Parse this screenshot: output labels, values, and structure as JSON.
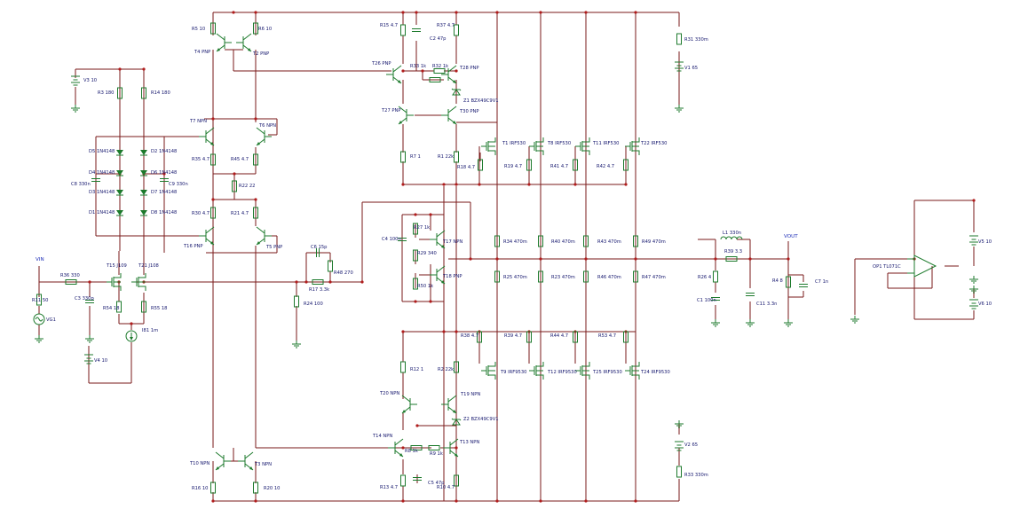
{
  "components": {
    "R5": "R5 10",
    "R6": "R6 10",
    "R15": "R15 4.7",
    "C2": "C2 47p",
    "R37": "R37 4.7",
    "R31": "R31 330m",
    "V1": "V1 65",
    "T4": "T4 PNP",
    "T2": "T2 PNP",
    "T26": "T26 PNP",
    "R33": "R33 1k",
    "R32": "R32 1k",
    "T28": "T28 PNP",
    "V3": "V3 10",
    "R3": "R3 180",
    "R14": "R14 180",
    "Z1": "Z1 BZX49C9V1",
    "T27": "T27 PNP",
    "T30": "T30 PNP",
    "T7": "T7 NPN",
    "T6": "T6 NPN",
    "T1": "T1 IRF530",
    "T8": "T8 IRF530",
    "T11": "T11 IRF530",
    "T22": "T22 IRF530",
    "D5": "D5 1N4148",
    "D2": "D2 1N4148",
    "R35": "R35 4.7",
    "R45": "R45 4.7",
    "R7": "R7 1",
    "R1": "R1 22k",
    "R18": "R18 4.7",
    "R19": "R19 4.7",
    "R41": "R41 4.7",
    "R42": "R42 4.7",
    "D4": "D4 1N4148",
    "D6": "D6 1N4148",
    "C8": "C8 330n",
    "C9": "C9 330n",
    "D3": "D3 1N4148",
    "D7": "D7 1N4148",
    "R22": "R22 22",
    "D1": "D1 1N4148",
    "D8": "D8 1N4148",
    "R30": "R30 4.7",
    "R21": "R21 4.7",
    "R27": "R27 1k",
    "C4": "C4 100n",
    "T17": "T17 NPN",
    "R34": "R34 470m",
    "R40": "R40 470m",
    "R43": "R43 470m",
    "R49": "R49 470m",
    "L1": "L1 330n",
    "VOUT": "VOUT",
    "T16": "T16 PNP",
    "T5": "T5 PNP",
    "C6": "C6 15p",
    "R29": "R29 340",
    "R39": "R39 3.3",
    "T18": "T18 PNP",
    "VIN": "VIN",
    "R36": "R36 330",
    "T15": "T15 J109",
    "T21": "T21 J108",
    "R48": "R48 270",
    "R50": "R50 1k",
    "R26": "R26 4",
    "R4": "R4 8",
    "C7": "C7 1n",
    "R25": "R25 470m",
    "R23": "R23 470m",
    "R46": "R46 470m",
    "R47": "R47 470m",
    "OP1": "OP1 TL071C",
    "V5": "V5 10",
    "V6": "V6 10",
    "R11": "R11 50",
    "C3": "C3 330p",
    "R17": "R17 3.3k",
    "R24": "R24 100",
    "C1": "C1 100n",
    "C11": "C11 3.3n",
    "R54": "R54 18",
    "R55": "R55 18",
    "I81": "I81 1m",
    "VG1": "VG1",
    "V4": "V4 10",
    "R38": "R38 4.7",
    "R39b": "R39 4.7",
    "R44": "R44 4.7",
    "R53": "R53 4.7",
    "R12": "R12 1",
    "R2": "R2 22k",
    "T9": "T9 IRF9530",
    "T12": "T12 IRF9530",
    "T25": "T25 IRF9530",
    "T24": "T24 IRF9530",
    "T20": "T20 NPN",
    "T19": "T19 NPN",
    "Z2": "Z2 BZX49C9V1",
    "T14": "T14 NPN",
    "T13": "T13 NPN",
    "V2": "V2 65",
    "T10": "T10 NPN",
    "T3": "T3 NPN",
    "R8": "R8 1k",
    "R9": "R9 1k",
    "R16": "R16 10",
    "R20": "R20 10",
    "R13": "R13 4.7",
    "C5": "C5 47p",
    "R10": "R10 4.7",
    "R33b": "R33 330m"
  }
}
